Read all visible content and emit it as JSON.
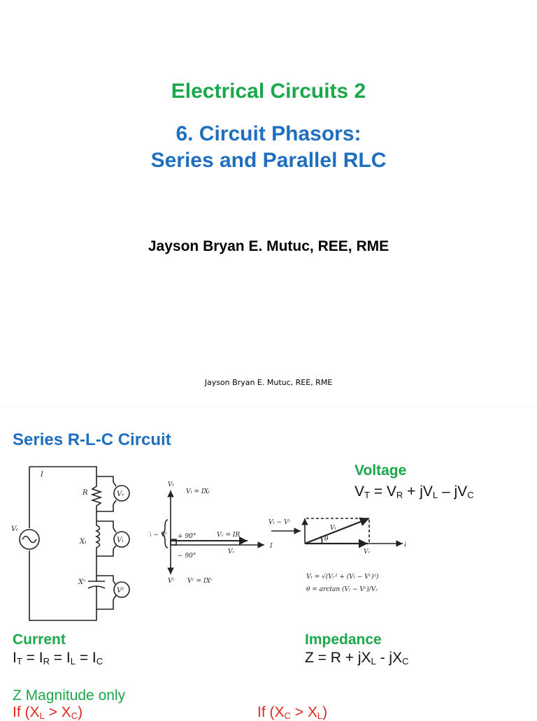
{
  "slide1": {
    "course_title": "Electrical Circuits 2",
    "chapter_line1": "6. Circuit Phasors:",
    "chapter_line2": "Series and Parallel RLC",
    "author": "Jayson Bryan E. Mutuc, REE, RME",
    "footer": "Jayson Bryan E. Mutuc, REE, RME"
  },
  "slide2": {
    "section_title": "Series R-L-C Circuit",
    "voltage_label": "Voltage",
    "voltage_eq": {
      "v1": "V",
      "s1": "T",
      "v2": " = V",
      "s2": "R",
      "v3": " + jV",
      "s3": "L",
      "v4": " – jV",
      "s4": "C"
    },
    "current_label": "Current",
    "current_eq": {
      "v1": "I",
      "s1": "T",
      "v2": " = I",
      "s2": "R",
      "v3": " = I",
      "s3": "L",
      "v4": " = I",
      "s4": "C"
    },
    "impedance_label": "Impedance",
    "impedance_eq": {
      "v1": "Z = R + jX",
      "s1": "L",
      "v2": " - jX",
      "s2": "C"
    },
    "z_magnitude": "Z Magnitude only",
    "cond_left": {
      "v1": "If (X",
      "s1": "L",
      "v2": " > X",
      "s2": "C",
      "v3": ")"
    },
    "cond_right": {
      "v1": "If (X",
      "s1": "C",
      "v2": " > X",
      "s2": "L",
      "v3": ")"
    },
    "circuit_labels": {
      "current": "I",
      "source": "Vₜ",
      "r": "R",
      "xl": "Xₗ",
      "xc": "Xᶜ",
      "vr": "Vᵣ",
      "vl": "Vₗ",
      "vc": "Vᶜ"
    },
    "phasor_labels": {
      "vl_axis": "Vₗ",
      "vl_eq": "Vₗ = IXₗ",
      "vl_minus_vc": "Vₗ − Vᶜ",
      "plus90": "+ 90°",
      "minus90": "− 90°",
      "vr_eq": "Vᵣ = IR",
      "vr": "Vᵣ",
      "i": "I",
      "vc_axis": "Vᶜ",
      "vc_eq": "Vᶜ = IXᶜ"
    },
    "triangle_labels": {
      "vl_minus_vc": "Vₗ − Vᶜ",
      "vt": "Vₜ",
      "theta": "θ",
      "i": "I",
      "vr": "Vᵣ",
      "formula1": "Vₜ = √(Vᵣ² + (Vₗ − Vᶜ)²)",
      "formula2": "θ = arctan (Vₗ − Vᶜ)/Vᵣ"
    }
  }
}
